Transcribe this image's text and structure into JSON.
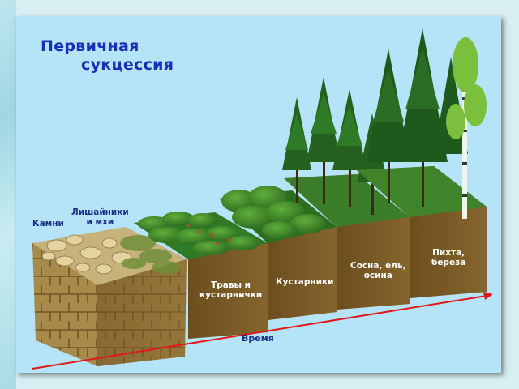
{
  "title": {
    "line1": "Первичная",
    "line2": "сукцессия"
  },
  "stages": [
    {
      "label": "Камни"
    },
    {
      "label_line1": "Лишайники",
      "label_line2": "и мхи"
    },
    {
      "label_line1": "Травы и",
      "label_line2": "кустарнички"
    },
    {
      "label": "Кустарники"
    },
    {
      "label_line1": "Сосна, ель,",
      "label_line2": "осина"
    },
    {
      "label_line1": "Пихта,",
      "label_line2": "береза"
    }
  ],
  "time_axis": {
    "label": "Время",
    "arrow_color": "#e01818"
  },
  "colors": {
    "title": "#1a2fb8",
    "frame_bg": "#b5e3f7",
    "soil": "#8a6a32",
    "grass": "#3f8f2a",
    "conifer": "#2f6e2a"
  }
}
